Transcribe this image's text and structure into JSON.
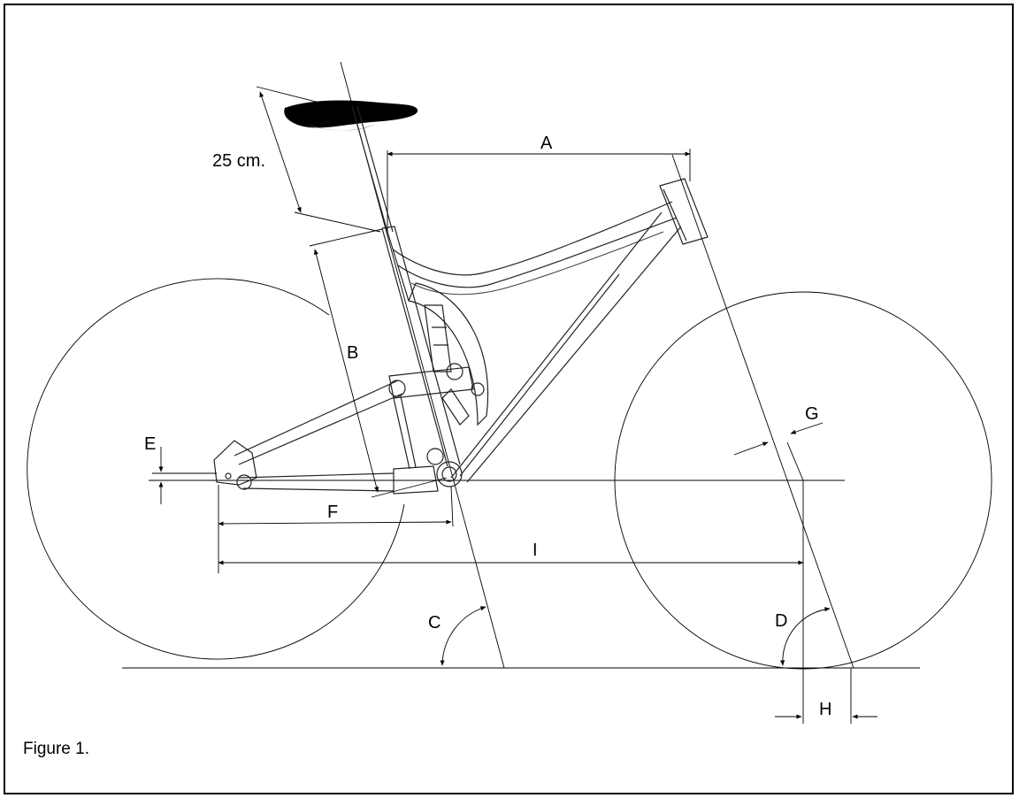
{
  "diagram": {
    "caption": "Figure 1.",
    "labels": {
      "a": "A",
      "b": "B",
      "c": "C",
      "d": "D",
      "e": "E",
      "f": "F",
      "g": "G",
      "h": "H",
      "i": "I",
      "saddle_height": "25 cm."
    }
  }
}
